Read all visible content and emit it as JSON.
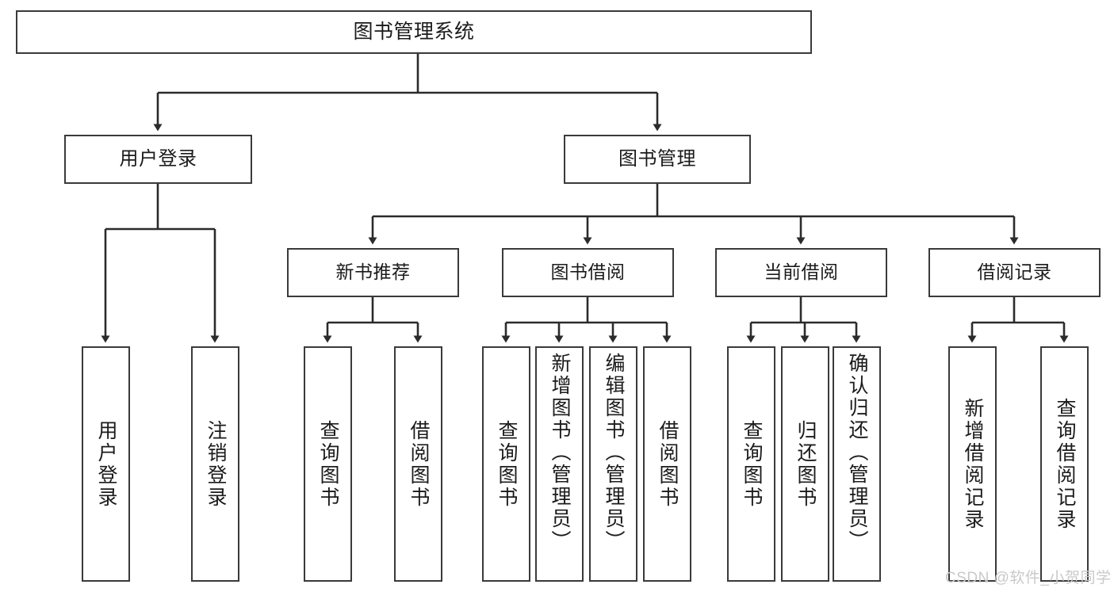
{
  "diagram": {
    "title": "图书管理系统",
    "type": "tree-hierarchy-diagram",
    "colors": {
      "box_border": "#3a3a3a",
      "connector": "#2b2b2b",
      "background": "#ffffff",
      "text": "#1b1b1b",
      "watermark": "#c9c9c9"
    },
    "root": {
      "label": "图书管理系统"
    },
    "level1": [
      {
        "label": "用户登录"
      },
      {
        "label": "图书管理"
      }
    ],
    "level2": [
      {
        "label": "新书推荐"
      },
      {
        "label": "图书借阅"
      },
      {
        "label": "当前借阅"
      },
      {
        "label": "借阅记录"
      }
    ],
    "leaves": {
      "user_login": [
        {
          "label": "用户登录"
        },
        {
          "label": "注销登录"
        }
      ],
      "new_book_recommend": [
        {
          "label": "查询图书"
        },
        {
          "label": "借阅图书"
        }
      ],
      "book_borrow": [
        {
          "label": "查询图书"
        },
        {
          "label": "新增图书（管理员）"
        },
        {
          "label": "编辑图书（管理员）"
        },
        {
          "label": "借阅图书"
        }
      ],
      "current_borrow": [
        {
          "label": "查询图书"
        },
        {
          "label": "归还图书"
        },
        {
          "label": "确认归还（管理员）"
        }
      ],
      "borrow_record": [
        {
          "label": "新增借阅记录"
        },
        {
          "label": "查询借阅记录"
        }
      ]
    }
  },
  "watermark": {
    "text": "CSDN @软件_小贺同学"
  }
}
